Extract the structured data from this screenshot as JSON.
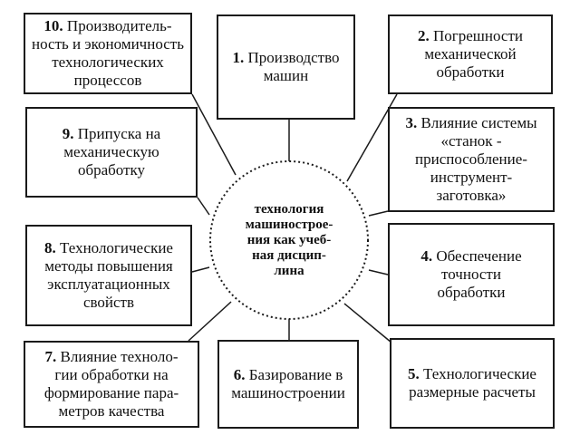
{
  "center": {
    "text": "технология\nмашинострое-\nния как учеб-\nная дисцип-\nлина"
  },
  "boxes": [
    {
      "num": "1.",
      "label": "Производство\nмашин"
    },
    {
      "num": "2.",
      "label": "Погрешности\nмеханической\nобработки"
    },
    {
      "num": "3.",
      "label": "Влияние системы\n«станок -\nприспособление-\nинструмент-\nзаготовка»"
    },
    {
      "num": "4.",
      "label": "Обеспечение\nточности\nобработки"
    },
    {
      "num": "5.",
      "label": "Технологические\nразмерные расчеты"
    },
    {
      "num": "6.",
      "label": "Базирование в\nмашиностроении"
    },
    {
      "num": "7.",
      "label": "Влияние техноло-\nгии обработки на\nформирование пара-\nметров качества"
    },
    {
      "num": "8.",
      "label": "Технологические\nметоды повышения\nэксплуатационных\nсвойств"
    },
    {
      "num": "9.",
      "label": "Припуска на\nмеханическую\nобработку"
    },
    {
      "num": "10.",
      "label": "Производитель-\nность и экономичность\nтехнологических\nпроцессов"
    }
  ]
}
